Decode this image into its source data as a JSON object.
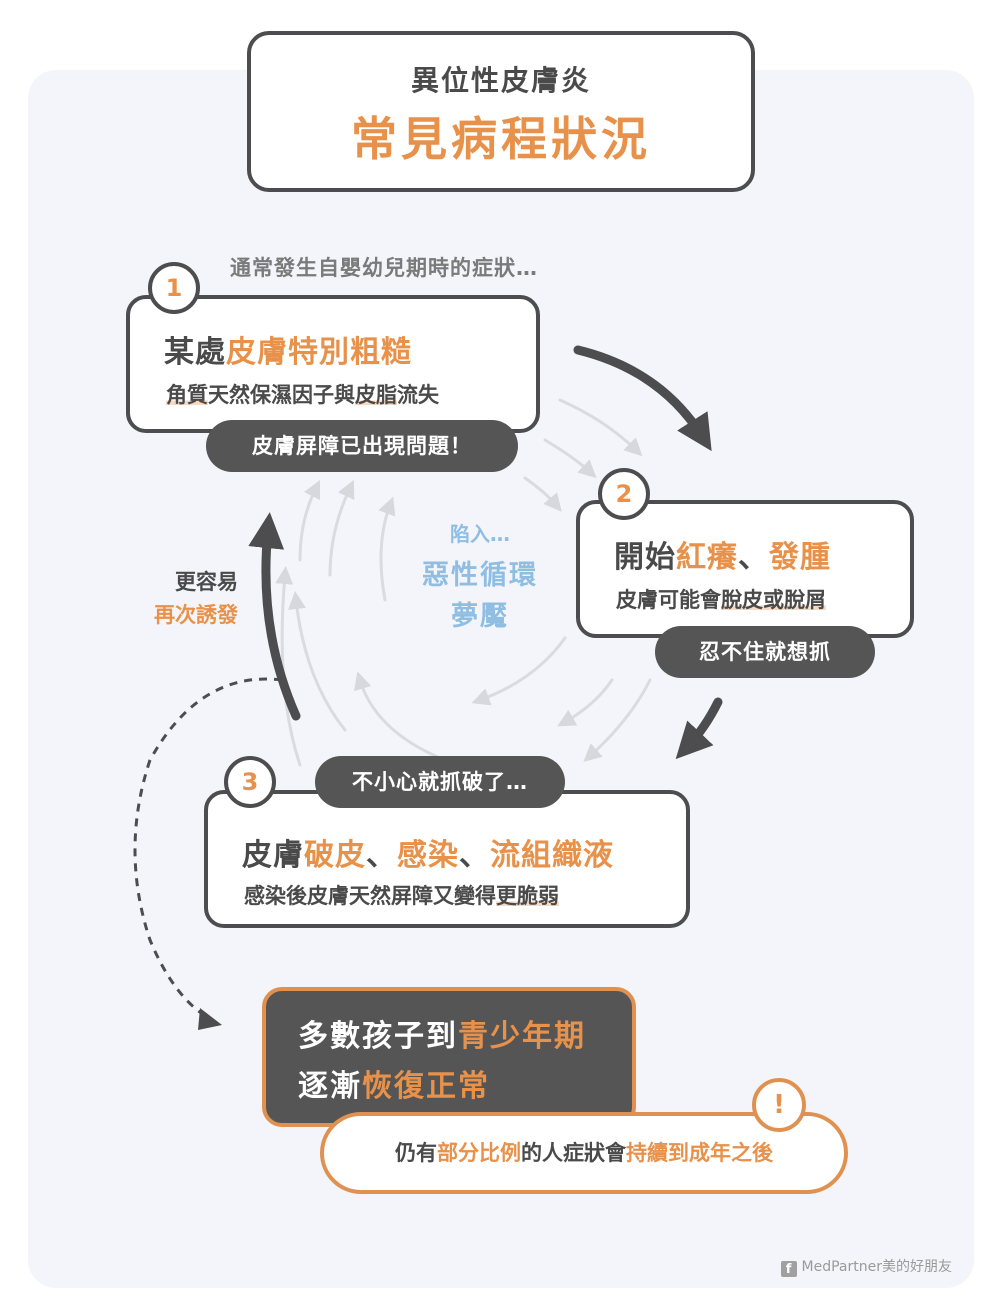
{
  "title": {
    "line1": "異位性皮膚炎",
    "line2": "常見病程狀況"
  },
  "intro": "通常發生自嬰幼兒期時的症狀…",
  "steps": [
    {
      "number": "1",
      "title": {
        "plain": "某處",
        "highlight": "皮膚特別粗糙"
      },
      "subtitle": {
        "u1": "角質",
        "t1": "天然保濕因子",
        "t2": "與",
        "u2": "皮脂",
        "t3": "流失"
      },
      "pill": "皮膚屏障已出現問題！"
    },
    {
      "number": "2",
      "title": {
        "plain": "開始",
        "highlight1": "紅癢",
        "sep": "、",
        "highlight2": "發腫"
      },
      "subtitle": {
        "t1": "皮膚可能會",
        "u1": "脫皮或脫屑"
      },
      "pill": "忍不住就想抓"
    },
    {
      "number": "3",
      "pill": "不小心就抓破了…",
      "title": {
        "plain": "皮膚",
        "highlight1": "破皮",
        "sep1": "、",
        "highlight2": "感染",
        "sep2": "、",
        "highlight3": "流組織液"
      },
      "subtitle": {
        "t1": "感染後皮膚天然屏障又變得",
        "u1": "更脆弱"
      }
    }
  ],
  "side_note": {
    "line1": "更容易",
    "line2": "再次誘發"
  },
  "center_label": {
    "line1": "陷入…",
    "line2": "惡性循環",
    "line3": "夢魘"
  },
  "outcome": {
    "line1_plain": "多數孩子到",
    "line1_highlight": "青少年期",
    "line2_plain1": "逐漸",
    "line2_highlight": "恢復正常"
  },
  "note": {
    "icon": "!",
    "t1": "仍有",
    "h1": "部分比例",
    "t2": "的人症狀會",
    "h2": "持續到成年之後"
  },
  "credit": {
    "icon": "f",
    "text": "MedPartner美的好朋友"
  },
  "colors": {
    "accent": "#e8914a",
    "dark": "#4d4d4f",
    "pale_blue": "#8fbee2",
    "background": "#f4f5fb"
  }
}
